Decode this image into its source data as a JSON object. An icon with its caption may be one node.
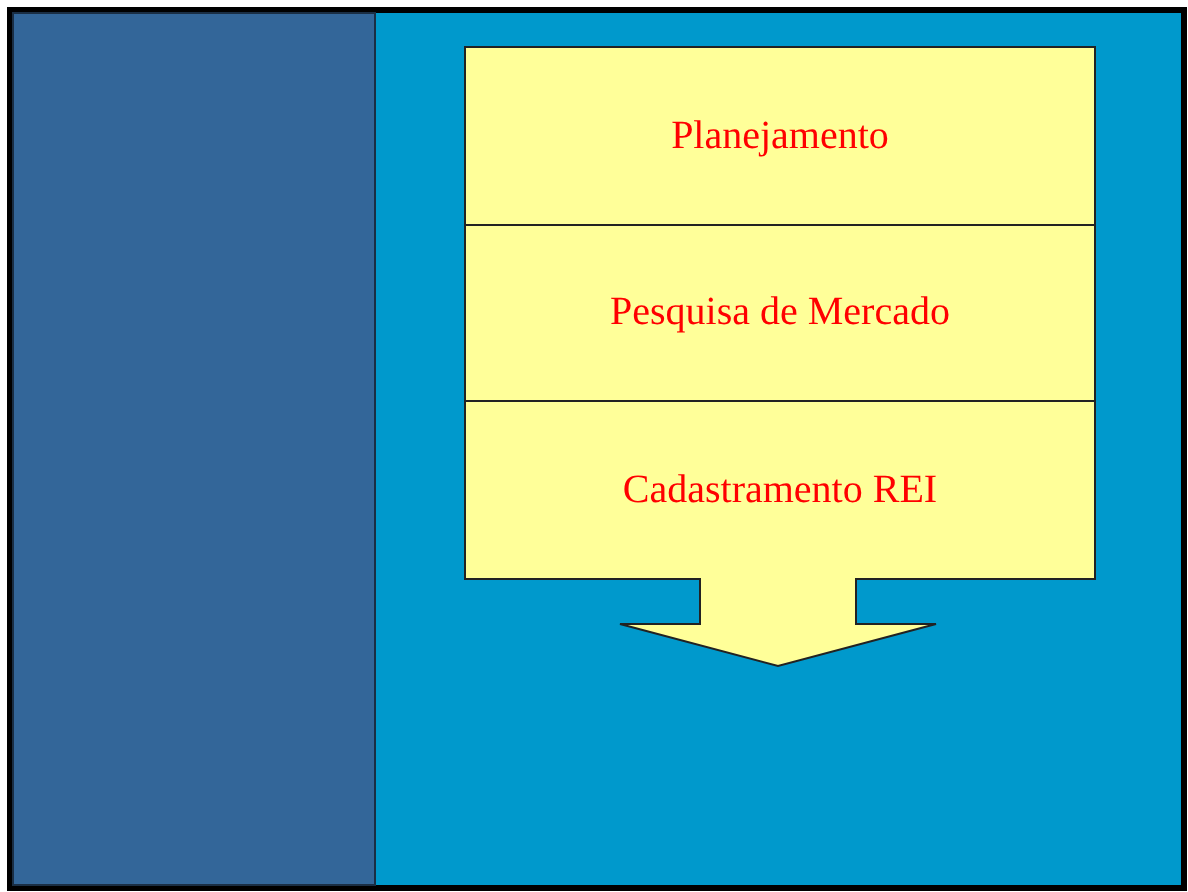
{
  "diagram": {
    "nodes": [
      {
        "text": [
          "Planejamento"
        ]
      },
      {
        "text": [
          "Pesquisa de Mercado"
        ]
      },
      {
        "text": [
          "Cadastramento REI"
        ]
      }
    ]
  }
}
